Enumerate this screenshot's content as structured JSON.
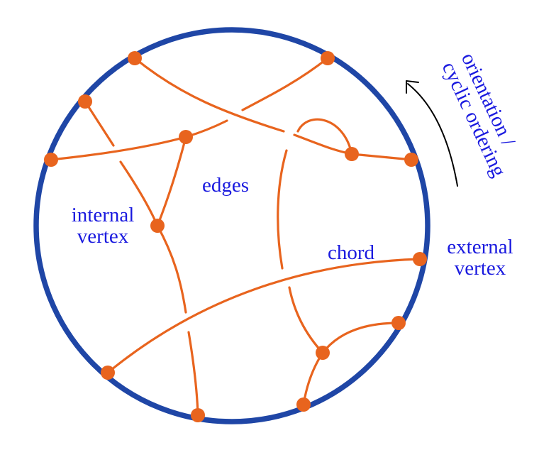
{
  "colors": {
    "boundary": "#1f46a6",
    "edge": "#e8641e",
    "text": "#1a1adf",
    "arrow": "#000000",
    "background": "#ffffff"
  },
  "labels": {
    "edges": "edges",
    "internal_vertex_line1": "internal",
    "internal_vertex_line2": "vertex",
    "chord": "chord",
    "external_vertex_line1": "external",
    "external_vertex_line2": "vertex",
    "orientation_line1": "orientation /",
    "orientation_line2": "cyclic ordering"
  },
  "icons": {
    "orientation_arrow": "curved-arrow-icon"
  }
}
